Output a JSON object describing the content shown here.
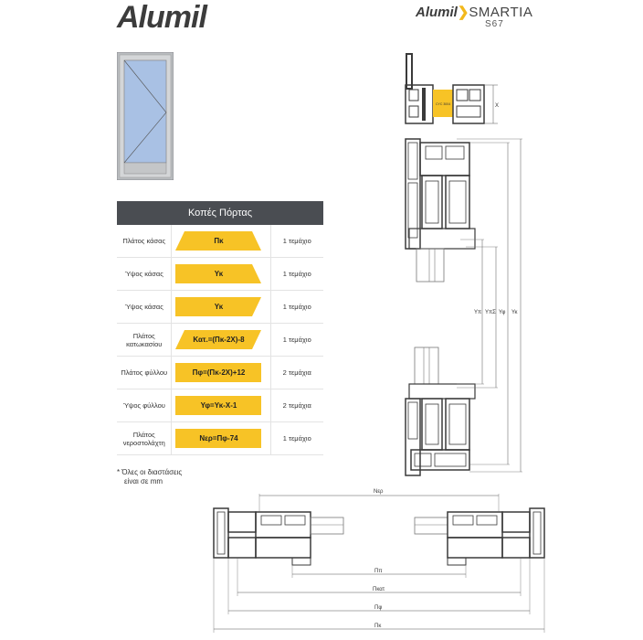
{
  "header": {
    "logo_text": "Alumil",
    "brand_name": "Alumil",
    "product_name": "SMARTIA",
    "series": "S67"
  },
  "table": {
    "title": "Κοπές Πόρτας",
    "rows": [
      {
        "label": "Πλάτος κάσας",
        "formula": "Πκ",
        "qty": "1 τεμάχιο"
      },
      {
        "label": "Ύψος κάσας",
        "formula": "Υκ",
        "qty": "1 τεμάχιο"
      },
      {
        "label": "Ύψος κάσας",
        "formula": "Υκ",
        "qty": "1 τεμάχιο"
      },
      {
        "label": "Πλάτος κατωκασίου",
        "formula": "Κατ.=(Πκ-2X)-8",
        "qty": "1 τεμάχιο"
      },
      {
        "label": "Πλάτος φύλλου",
        "formula": "Πφ=(Πκ-2X)+12",
        "qty": "2 τεμάχια"
      },
      {
        "label": "Ύψος φύλλου",
        "formula": "Υφ=Υκ-X-1",
        "qty": "2 τεμάχια"
      },
      {
        "label": "Πλάτος νεροστολάχτη",
        "formula": "Νερ=Πφ-74",
        "qty": "1 τεμάχιο"
      }
    ],
    "note_line1": "* Όλες οι διαστάσεις",
    "note_line2": "είναι σε mm"
  },
  "drawing": {
    "x_label": "X",
    "vertical_dims": [
      "Υπ",
      "ΥπΣ",
      "Υφ",
      "Υκ"
    ],
    "horizontal_dims": [
      "Νερ",
      "Ππ",
      "Πκατ",
      "Πφ",
      "Πκ"
    ],
    "gasket_label": "CYC 3004"
  },
  "colors": {
    "accent_yellow": "#f7c326",
    "header_grey": "#4a4d52",
    "profile_dark": "#3a3a3a"
  }
}
